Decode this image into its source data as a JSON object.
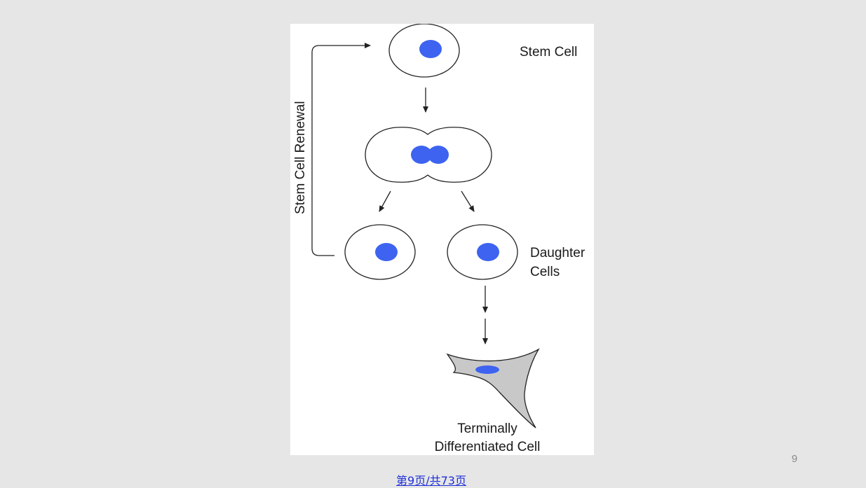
{
  "diagram": {
    "labels": {
      "stem_cell": "Stem Cell",
      "renewal": "Stem Cell Renewal",
      "daughter_line1": "Daughter",
      "daughter_line2": "Cells",
      "terminal_line1": "Terminally",
      "terminal_line2": "Differentiated Cell"
    },
    "colors": {
      "nucleus": "#3d63f0",
      "cell_outline": "#222222",
      "cell_fill": "#ffffff",
      "differentiated_fill": "#c8c8c8",
      "panel_bg": "#ffffff",
      "slide_bg": "#e6e6e6"
    }
  },
  "slide": {
    "number": "9",
    "footer": "第9页/共73页",
    "footer_color": "#1f2fd8"
  }
}
